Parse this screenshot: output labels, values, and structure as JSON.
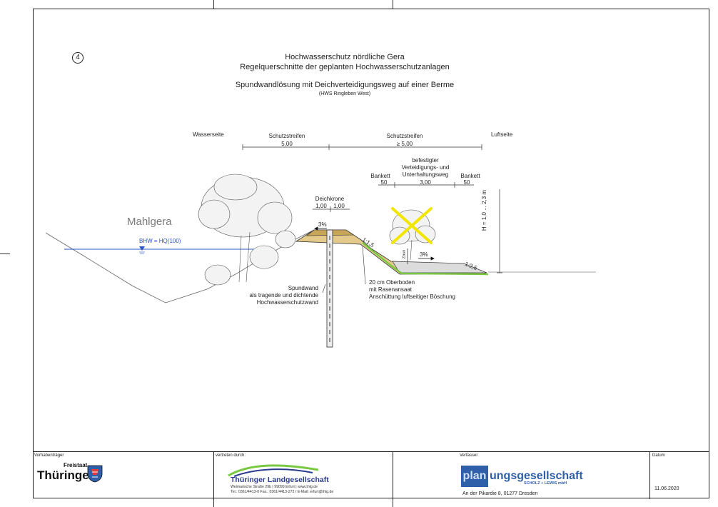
{
  "sheet": {
    "number": "4",
    "title1": "Hochwasserschutz nördliche Gera",
    "title2": "Regelquerschnitte der geplanten Hochwasserschutzanlagen",
    "title3": "Spundwandlösung mit Deichverteidigungsweg auf einer Berme",
    "title4": "(HWS Ringleben West)"
  },
  "diagram": {
    "water_side": "Wasserseite",
    "air_side": "Luftseite",
    "strip_left": "Schutzstreifen",
    "strip_left_dim": "5,00",
    "strip_right": "Schutzstreifen",
    "strip_right_dim": "≥ 5,00",
    "path_label": "befestigter\nVerteidigungs- und\nUnterhaltungsweg",
    "path_dim": "3,00",
    "bank_left": "Bankett",
    "bank_left_dim": "50",
    "bank_right": "Bankett",
    "bank_right_dim": "50",
    "crest": "Deichkrone",
    "crest_left_dim": "1,00",
    "crest_right_dim": "1,00",
    "crest_slope": "3%",
    "path_slope": "3%",
    "slope_1": "1:1,5",
    "slope_2": "1:2,5",
    "height": "H = 1,0 ... 2,3 m",
    "river": "Mahlgera",
    "water_level": "BHW = HQ(100)",
    "sheet_pile": "Spundwand\nals tragende und dichtende\nHochwasserschutzwand",
    "topsoil": "20 cm Oberboden\nmit Rasenansaat\nAnschüttung luftseitiger Böschung",
    "fence_label": "Zaun"
  },
  "footer": {
    "client_label": "Vorhabenträger",
    "client_logo_small": "Freistaat",
    "client_logo": "Thüringen",
    "rep_label": "vertreten durch:",
    "rep_name": "Thüringer Landgesellschaft",
    "rep_addr1": "Weimarische Straße 29b | 99099 Erfurt | www.thlg.de",
    "rep_addr2": "Tel.: 0361/4413-0 Fax.: 0361/4413-272 / E-Mail: erfurt@thlg.de",
    "author_label": "Verfasser",
    "author_logo_a": "plan",
    "author_logo_b": "ungsgesellschaft",
    "author_logo_sub": "SCHOLZ + LEWIS mbH",
    "author_addr": "An der Pikardie 8, 01277 Dresden",
    "date_label": "Datum",
    "date": "11.06.2020"
  },
  "colors": {
    "water": "#2a54c7",
    "fill_sand": "#d9b56a",
    "grass": "#7ac943",
    "cross": "#f2e600",
    "line": "#333333"
  }
}
